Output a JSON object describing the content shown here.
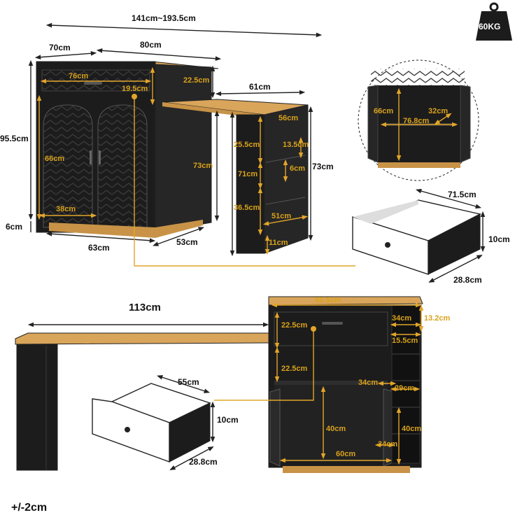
{
  "colors": {
    "body": "#1c1c1c",
    "wood": "#d9a55b",
    "accent": "#e2a52a",
    "line": "#222222"
  },
  "icons": {
    "weight": "weight-icon"
  },
  "labels": {
    "total_length": "141cm~193.5cm",
    "depth_70": "70cm",
    "width_80": "80cm",
    "height_95": "95.5cm",
    "inner_76": "76cm",
    "drawer_19": "19.5cm",
    "top_22": "22.5cm",
    "ext_61": "61cm",
    "door_66": "66cm",
    "side_73a": "73cm",
    "shelf_56": "56cm",
    "gap_25": "25.5cm",
    "shelf_13": "13.5cm",
    "mid_71": "71cm",
    "shelf_6": "6cm",
    "side_73b": "73cm",
    "gap_36": "36.5cm",
    "base_51": "51cm",
    "base_11": "11cm",
    "door_38": "38cm",
    "plinth_6": "6cm",
    "bottom_63": "63cm",
    "bottom_53": "53cm",
    "weight": "60KG",
    "circle_66": "66cm",
    "circle_32": "32cm",
    "circle_76": "76.8cm",
    "drawer_71": "71.5cm",
    "drawer_h10": "10cm",
    "drawer_28": "28.8cm",
    "long_113": "113cm",
    "back_93": "93.5cm",
    "back_22a": "22.5cm",
    "back_34a": "34cm",
    "back_13": "13.2cm",
    "back_15": "15.5cm",
    "back_22b": "22.5cm",
    "back_34b": "34cm",
    "back_29": "29cm",
    "back_40a": "40cm",
    "back_40b": "40cm",
    "back_34c": "34cm",
    "back_60": "60cm",
    "small_55": "55cm",
    "small_10": "10cm",
    "small_28": "28.8cm",
    "tolerance": "+/-2cm"
  }
}
